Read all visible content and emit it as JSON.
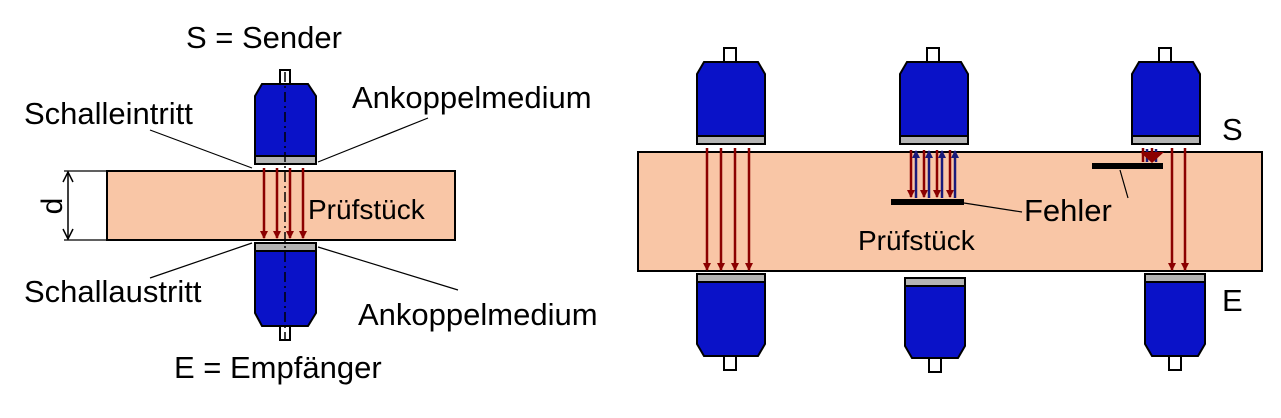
{
  "colors": {
    "specimen": "#F9C6A6",
    "transducer": "#0A12C8",
    "coupling": "#B4B4B4",
    "beam": "#8B0000",
    "reflection": "#1A1A7A",
    "flaw": "#000000"
  },
  "left_diagram": {
    "sender_label": "S = Sender",
    "receiver_label": "E = Empfänger",
    "entry_label": "Schalleintritt",
    "exit_label": "Schallaustritt",
    "coupling_top_label": "Ankoppelmedium",
    "coupling_bottom_label": "Ankoppelmedium",
    "specimen_label": "Prüfstück",
    "thickness_label": "d"
  },
  "right_diagram": {
    "specimen_label": "Prüfstück",
    "flaw_label": "Fehler",
    "sender_side_label": "S",
    "receiver_side_label": "E"
  }
}
